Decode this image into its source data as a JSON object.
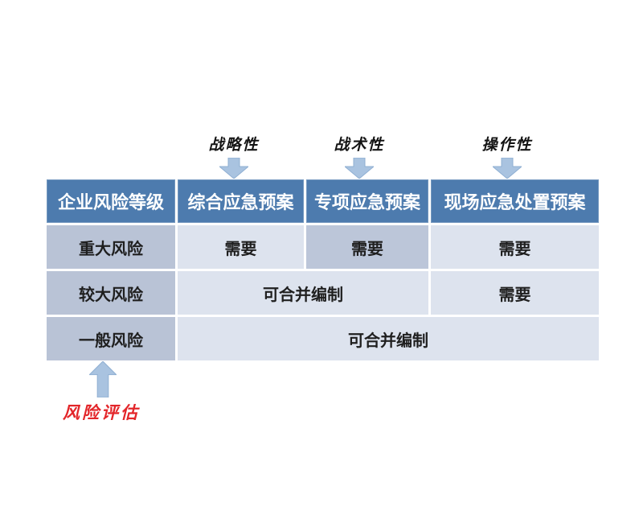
{
  "colors": {
    "header_bg": "#4d7bae",
    "row_label_bg": "#b9c3d6",
    "cell_bg": "#dde3ee",
    "highlight_cell_bg": "#bcc6d9",
    "arrow_fill": "#a9c3e0",
    "arrow_border": "#8fafd2",
    "annotation_red": "#e3262a"
  },
  "top_labels": [
    {
      "label": "战略性",
      "icon": "down-arrow-icon"
    },
    {
      "label": "战术性",
      "icon": "down-arrow-icon"
    },
    {
      "label": "操作性",
      "icon": "down-arrow-icon"
    }
  ],
  "table": {
    "headers": [
      "企业风险等级",
      "综合应急预案",
      "专项应急预案",
      "现场应急处置预案"
    ],
    "rows": [
      {
        "level": "重大风险",
        "cells": [
          {
            "text": "需要",
            "span": 1,
            "highlight": false
          },
          {
            "text": "需要",
            "span": 1,
            "highlight": true
          },
          {
            "text": "需要",
            "span": 1,
            "highlight": false
          }
        ]
      },
      {
        "level": "较大风险",
        "cells": [
          {
            "text": "可合并编制",
            "span": 2,
            "highlight": false
          },
          {
            "text": "需要",
            "span": 1,
            "highlight": false
          }
        ]
      },
      {
        "level": "一般风险",
        "cells": [
          {
            "text": "可合并编制",
            "span": 3,
            "highlight": false
          }
        ]
      }
    ]
  },
  "bottom_annotation": {
    "label": "风险评估",
    "icon": "up-arrow-icon"
  }
}
